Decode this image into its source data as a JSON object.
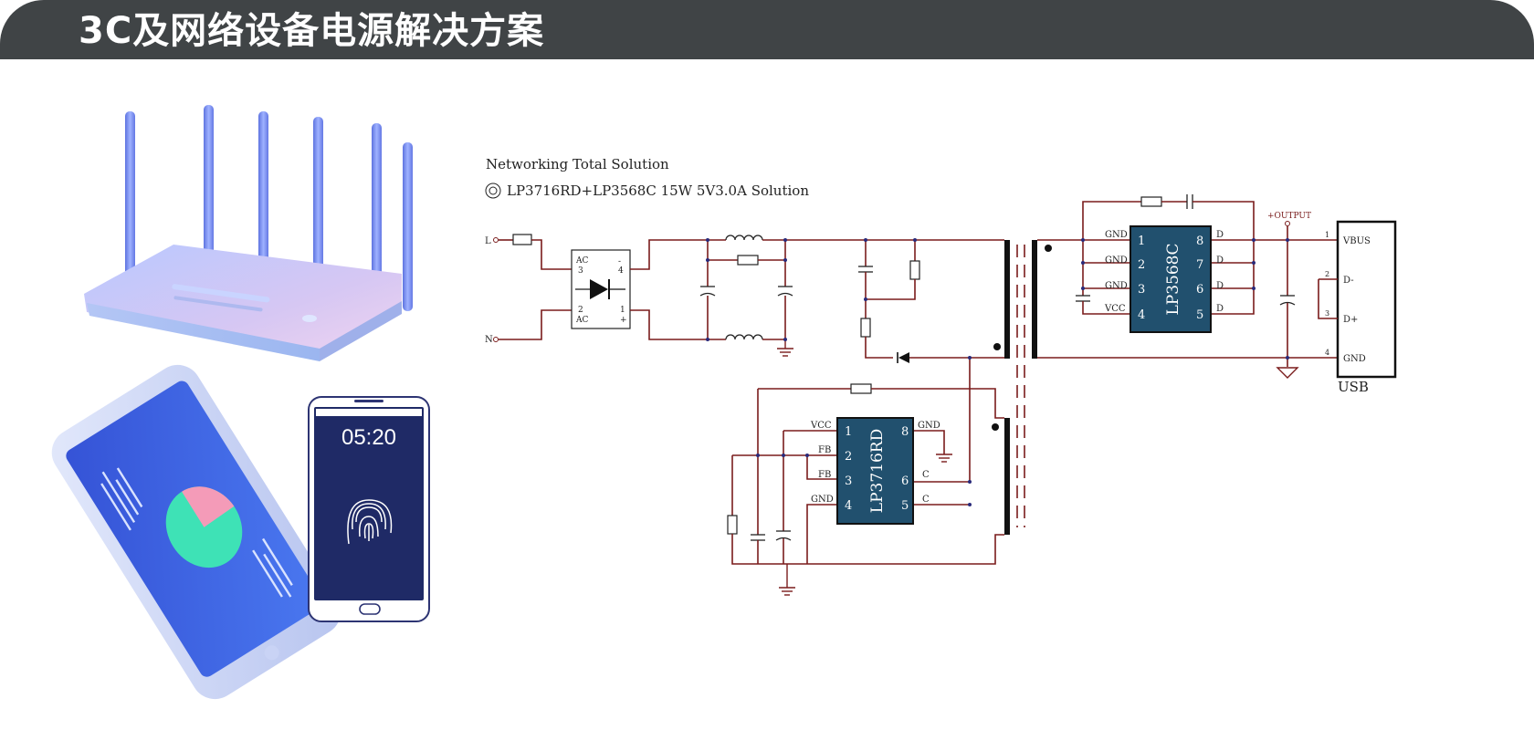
{
  "page": {
    "title": "3C及网络设备电源解决方案"
  },
  "phone": {
    "time": "05:20"
  },
  "schematic": {
    "heading": "Networking Total Solution",
    "subtitle": "LP3716RD+LP3568C 15W 5V3.0A Solution",
    "input_l": "L",
    "input_n": "N",
    "bridge": {
      "ac_top": "AC",
      "ac_bottom": "AC",
      "pin3": "3",
      "pin4": "4",
      "pin2": "2",
      "pin1": "1",
      "plus": "+",
      "minus": "-"
    },
    "ic_secondary": {
      "name": "LP3568C",
      "left_labels": [
        "GND",
        "GND",
        "GND",
        "VCC"
      ],
      "left_pins": [
        "1",
        "2",
        "3",
        "4"
      ],
      "right_labels": [
        "D",
        "D",
        "D",
        "D"
      ],
      "right_pins": [
        "8",
        "7",
        "6",
        "5"
      ]
    },
    "ic_primary": {
      "name": "LP3716RD",
      "left_labels": [
        "VCC",
        "FB",
        "FB",
        "GND"
      ],
      "left_pins": [
        "1",
        "2",
        "3",
        "4"
      ],
      "right_labels": [
        "GND",
        "",
        "C",
        "C"
      ],
      "right_pins": [
        "8",
        "",
        "6",
        "5"
      ]
    },
    "output_label": "+OUTPUT",
    "usb": {
      "name": "USB",
      "pins": [
        "1",
        "2",
        "3",
        "4"
      ],
      "labels": [
        "VBUS",
        "D-",
        "D+",
        "GND"
      ]
    }
  }
}
